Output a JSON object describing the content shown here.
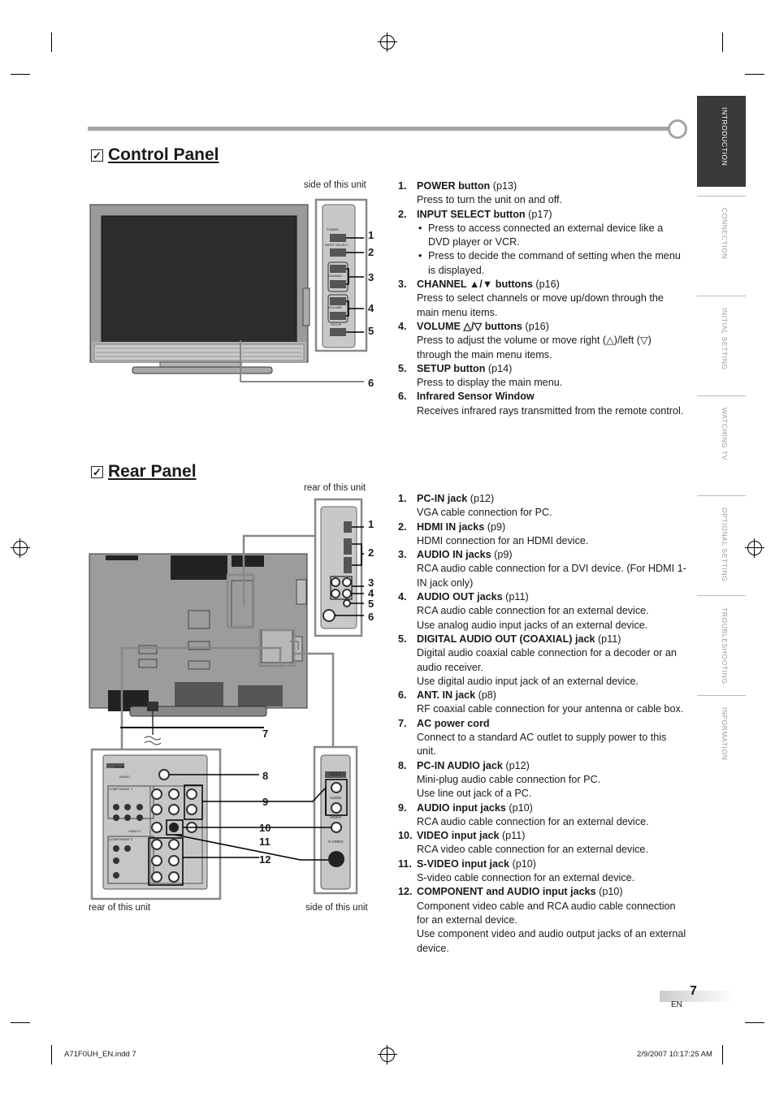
{
  "side_tabs": [
    "INTRODUCTION",
    "CONNECTION",
    "INITIAL SETTING",
    "WATCHING TV",
    "OPTIONAL SETTING",
    "TROUBLESHOOTING",
    "INFORMATION"
  ],
  "control_panel": {
    "heading": "Control Panel",
    "checkbox": "✓",
    "diagram_caption": "side of this unit",
    "panel_labels": [
      "POWER",
      "INPUT SELECT",
      "CHANNEL",
      "VOLUME",
      "SETUP"
    ],
    "callouts": [
      "1",
      "2",
      "3",
      "4",
      "5",
      "6"
    ],
    "items": [
      {
        "num": "1.",
        "title": "POWER button",
        "ref": " (p13)",
        "desc": [
          "Press to turn the unit on and off."
        ]
      },
      {
        "num": "2.",
        "title": "INPUT SELECT button",
        "ref": " (p17)",
        "bullets": [
          "Press to access connected an external device like a DVD player or VCR.",
          "Press to decide the command of setting when the menu is displayed."
        ]
      },
      {
        "num": "3.",
        "title": "CHANNEL ▲/▼ buttons",
        "ref": " (p16)",
        "desc": [
          "Press to select channels or move up/down through the main menu items."
        ]
      },
      {
        "num": "4.",
        "title": "VOLUME △/▽ buttons",
        "ref": " (p16)",
        "desc": [
          "Press to adjust the volume or move right (△)/left (▽) through the main menu items."
        ]
      },
      {
        "num": "5.",
        "title": "SETUP button",
        "ref": " (p14)",
        "desc": [
          "Press to display the main menu."
        ]
      },
      {
        "num": "6.",
        "title": "Infrared Sensor Window",
        "ref": "",
        "desc": [
          "Receives infrared rays transmitted from the remote control."
        ]
      }
    ]
  },
  "rear_panel": {
    "heading": "Rear Panel",
    "checkbox": "✓",
    "caption_top": "rear of this unit",
    "caption_bottom_left": "rear of this unit",
    "caption_bottom_right": "side of this unit",
    "jack_labels": {
      "pc_in": "PC-IN",
      "audio": "AUDIO",
      "component1": "COMPONENT 1",
      "component2": "COMPONENT 2",
      "video1": "VIDEO 1",
      "video2": "VIDEO 2",
      "s_video": "S-VIDEO",
      "video": "VIDEO"
    },
    "callouts_top": [
      "1",
      "2",
      "3",
      "4",
      "5",
      "6"
    ],
    "callouts_bottom": [
      "7",
      "8",
      "9",
      "10",
      "11",
      "12"
    ],
    "items": [
      {
        "num": "1.",
        "title": "PC-IN jack",
        "ref": " (p12)",
        "desc": [
          "VGA cable connection for PC."
        ]
      },
      {
        "num": "2.",
        "title": "HDMI IN jacks",
        "ref": " (p9)",
        "desc": [
          "HDMI connection for an HDMI device."
        ]
      },
      {
        "num": "3.",
        "title": "AUDIO IN jacks",
        "ref": " (p9)",
        "desc": [
          "RCA audio cable connection for a DVI device. (For HDMI 1-IN jack only)"
        ]
      },
      {
        "num": "4.",
        "title": "AUDIO OUT jacks",
        "ref": " (p11)",
        "desc": [
          "RCA audio cable connection for an external device.",
          "Use analog audio input jacks of an external device."
        ]
      },
      {
        "num": "5.",
        "title": "DIGITAL AUDIO OUT (COAXIAL) jack",
        "ref": " (p11)",
        "desc": [
          "Digital audio coaxial cable connection for a decoder or an audio receiver.",
          "Use digital audio input jack of an external device."
        ]
      },
      {
        "num": "6.",
        "title": "ANT. IN jack",
        "ref": " (p8)",
        "desc": [
          "RF coaxial cable connection for your antenna or cable box."
        ]
      },
      {
        "num": "7.",
        "title": "AC power cord",
        "ref": "",
        "desc": [
          "Connect to a standard AC outlet to supply power to this unit."
        ]
      },
      {
        "num": "8.",
        "title": "PC-IN AUDIO jack",
        "ref": " (p12)",
        "desc": [
          "Mini-plug audio cable connection for PC.",
          "Use line out jack of a PC."
        ]
      },
      {
        "num": "9.",
        "title": "AUDIO input jacks",
        "ref": " (p10)",
        "desc": [
          "RCA audio cable connection for an external device."
        ]
      },
      {
        "num": "10.",
        "title": "VIDEO input jack",
        "ref": " (p11)",
        "desc": [
          "RCA video cable connection for an external device."
        ]
      },
      {
        "num": "11.",
        "title": "S-VIDEO input jack",
        "ref": " (p10)",
        "desc": [
          "S-video cable connection for an external device."
        ]
      },
      {
        "num": "12.",
        "title": "COMPONENT and AUDIO input jacks",
        "ref": " (p10)",
        "desc": [
          "Component video cable and RCA audio cable connection for an external device.",
          "Use component video and audio output jacks of an external device."
        ]
      }
    ]
  },
  "page_number": "7",
  "language": "EN",
  "footer": {
    "file": "A71F0UH_EN.indd   7",
    "timestamp": "2/9/2007   10:17:25 AM"
  }
}
